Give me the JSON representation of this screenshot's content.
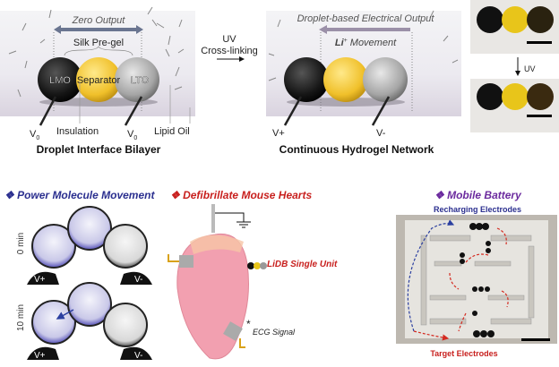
{
  "panel_dib": {
    "header": "Zero Output",
    "gel_label": "Silk Pre-gel",
    "droplets": [
      "LMO",
      "Separator",
      "LTO"
    ],
    "labels": {
      "v_left": "V",
      "v_left_sub": "0",
      "insulation": "Insulation",
      "v_right": "V",
      "v_right_sub": "0",
      "lipid_oil": "Lipid Oil"
    },
    "title": "Droplet Interface Bilayer"
  },
  "transition": {
    "line1": "UV",
    "line2": "Cross-linking"
  },
  "panel_hydrogel": {
    "header": "Droplet-based Electrical Output",
    "movement_ion": "Li",
    "movement_sup": "+",
    "movement_text": " Movement",
    "v_plus": "V+",
    "v_minus": "V-",
    "title": "Continuous Hydrogel Network"
  },
  "photos": {
    "uv_label": "UV"
  },
  "bottom": {
    "power": {
      "title": "❖ Power Molecule Movement",
      "t0": "0 min",
      "t10": "10 min",
      "v_plus": "V+",
      "v_minus": "V-"
    },
    "heart": {
      "title": "❖ Defibrillate Mouse Hearts",
      "unit": "LiDB Single Unit",
      "ecg_star": "*",
      "ecg": "ECG Signal"
    },
    "battery": {
      "title": "❖ Mobile Battery",
      "top": "Recharging Electrodes",
      "bottom": "Target Electrodes"
    }
  },
  "colors": {
    "blue": "#2b2f8f",
    "red": "#c8201e",
    "purple": "#6b2a9e",
    "yellow": "#f2c531",
    "black": "#1a1a1a",
    "gray": "#9a9a9a"
  }
}
